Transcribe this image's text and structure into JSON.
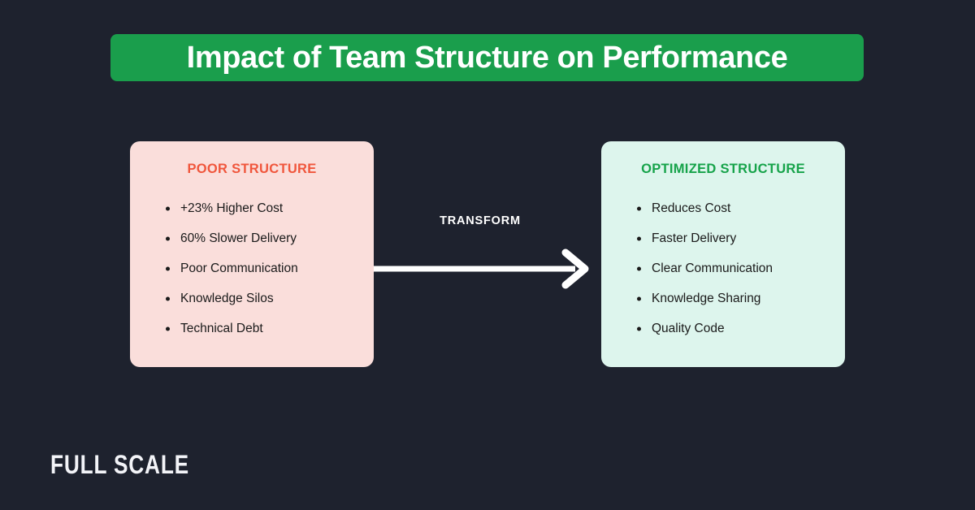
{
  "background_color": "#1e222e",
  "title": {
    "text": "Impact of Team Structure on Performance",
    "banner_color": "#1a9e4c",
    "text_color": "#ffffff"
  },
  "cards": [
    {
      "name": "poor-structure",
      "heading": "POOR STRUCTURE",
      "heading_color": "#f0563c",
      "background_color": "#fadedb",
      "items": [
        "+23% Higher Cost",
        "60% Slower Delivery",
        "Poor Communication",
        "Knowledge Silos",
        "Technical Debt"
      ]
    },
    {
      "name": "optimized-structure",
      "heading": "OPTIMIZED STRUCTURE",
      "heading_color": "#16a34a",
      "background_color": "#ddf5ed",
      "items": [
        "Reduces Cost",
        "Faster Delivery",
        "Clear Communication",
        "Knowledge Sharing",
        "Quality Code"
      ]
    }
  ],
  "connector": {
    "label": "TRANSFORM",
    "label_color": "#ffffff",
    "arrow_color": "#ffffff",
    "direction": "right"
  },
  "logo": {
    "text": "FULL SCALE",
    "color": "#f3f4f8"
  }
}
